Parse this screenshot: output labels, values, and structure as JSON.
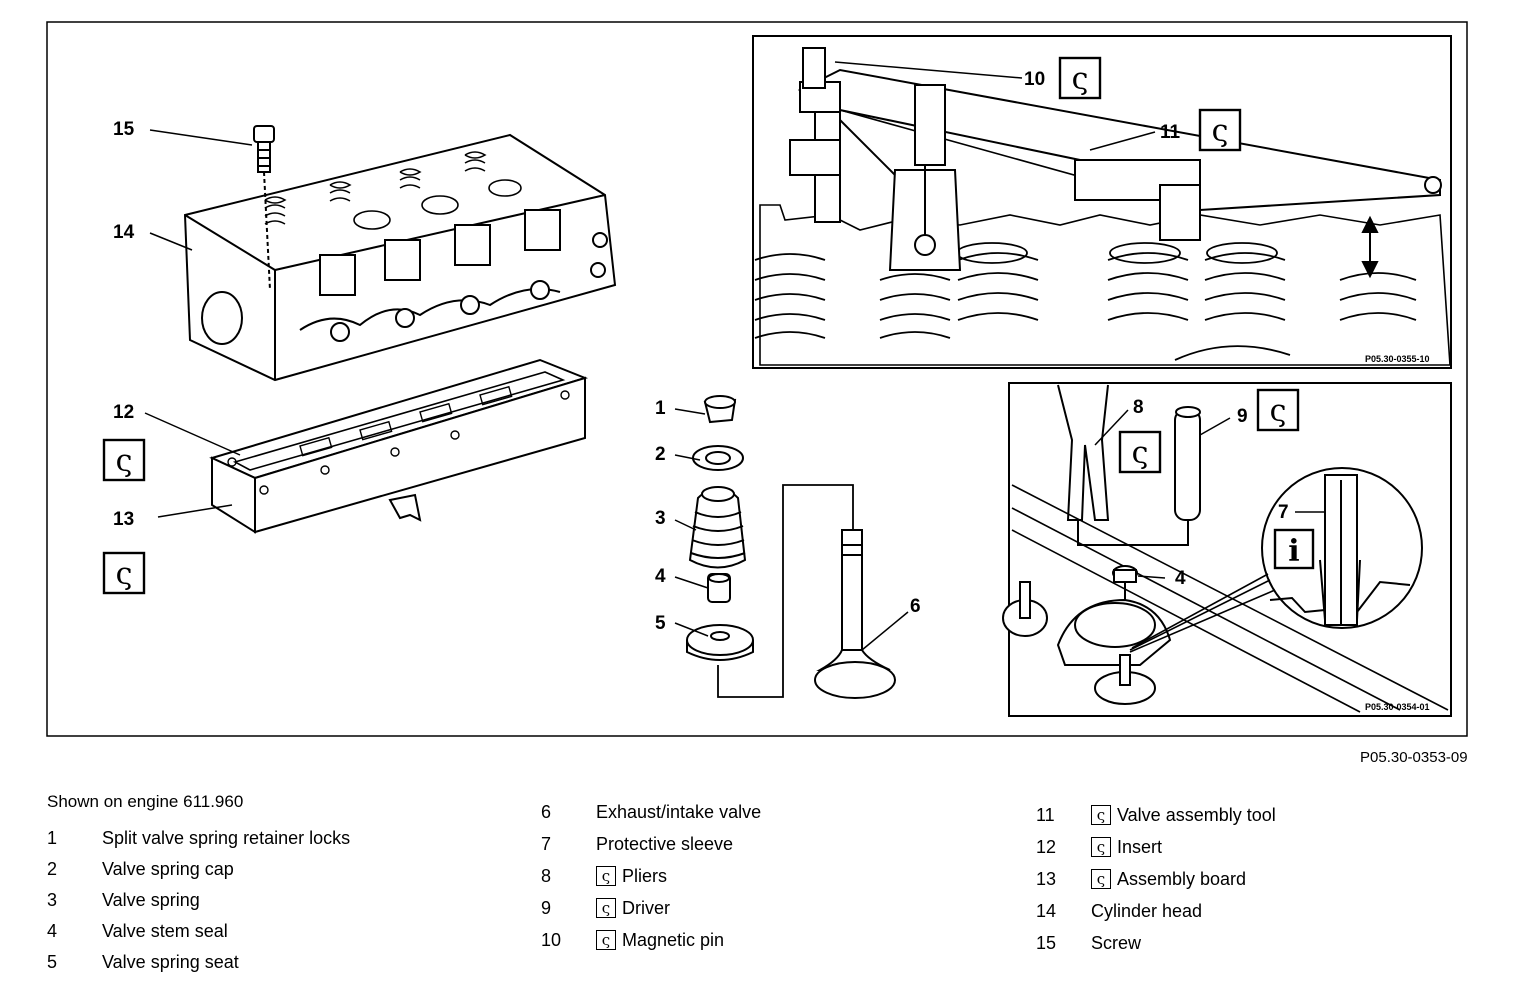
{
  "callouts": {
    "c1": "1",
    "c2": "2",
    "c3": "3",
    "c4": "4",
    "c4b": "4",
    "c5": "5",
    "c6": "6",
    "c7": "7",
    "c8": "8",
    "c9": "9",
    "c10": "10",
    "c11": "11",
    "c12": "12",
    "c13": "13",
    "c14": "14",
    "c15": "15"
  },
  "symbols": {
    "tool": "ς",
    "info": "i"
  },
  "inset_top_id": "P05.30-0355-10",
  "inset_bottom_id": "P05.30-0354-01",
  "figure_id": "P05.30-0353-09",
  "caption": "Shown on engine 611.960",
  "legend": [
    {
      "num": "1",
      "label": "Split valve spring retainer locks",
      "tool": false
    },
    {
      "num": "2",
      "label": "Valve spring cap",
      "tool": false
    },
    {
      "num": "3",
      "label": "Valve spring",
      "tool": false
    },
    {
      "num": "4",
      "label": "Valve stem seal",
      "tool": false
    },
    {
      "num": "5",
      "label": "Valve spring seat",
      "tool": false
    },
    {
      "num": "6",
      "label": "Exhaust/intake valve",
      "tool": false
    },
    {
      "num": "7",
      "label": "Protective sleeve",
      "tool": false
    },
    {
      "num": "8",
      "label": "Pliers",
      "tool": true
    },
    {
      "num": "9",
      "label": "Driver",
      "tool": true
    },
    {
      "num": "10",
      "label": "Magnetic pin",
      "tool": true
    },
    {
      "num": "11",
      "label": "Valve assembly tool",
      "tool": true
    },
    {
      "num": "12",
      "label": "Insert",
      "tool": true
    },
    {
      "num": "13",
      "label": "Assembly board",
      "tool": true
    },
    {
      "num": "14",
      "label": "Cylinder head",
      "tool": false
    },
    {
      "num": "15",
      "label": "Screw",
      "tool": false
    }
  ]
}
